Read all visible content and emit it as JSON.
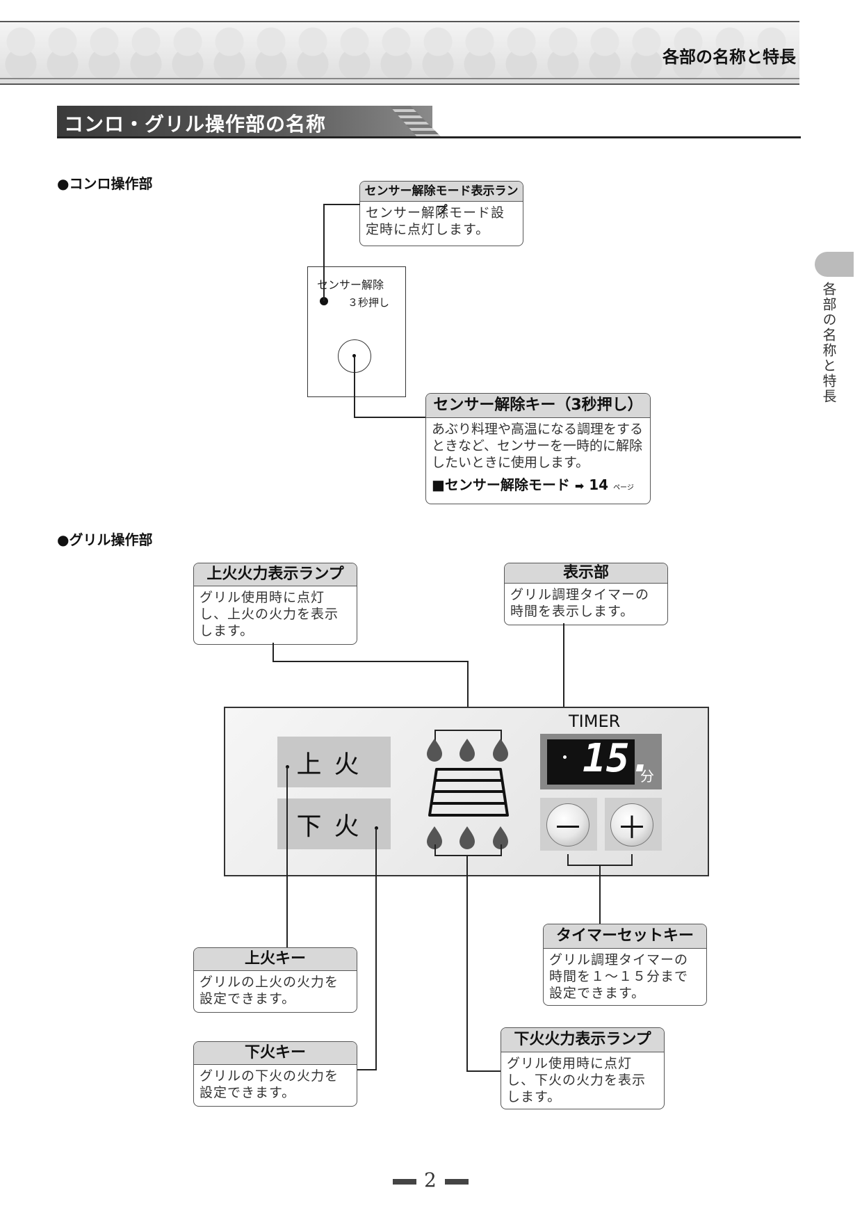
{
  "header": {
    "title": "各部の名称と特長"
  },
  "section": {
    "title": "コンロ・グリル操作部の名称"
  },
  "side_tab": {
    "label": "各部の名称と特長"
  },
  "konro": {
    "heading": "●コンロ操作部",
    "panel_label_1": "センサー解除",
    "panel_label_2": "３秒押し",
    "lamp_callout": {
      "title": "センサー解除モード表示ランプ",
      "body": "センサー解除モード設定時に点灯します。"
    },
    "key_callout": {
      "title": "センサー解除キー（3秒押し）",
      "body": "あぶり料理や高温になる調理をするときなど、センサーを一時的に解除したいときに使用します。",
      "ref_text": "■センサー解除モード",
      "ref_arrow": "➡",
      "ref_page": "14",
      "ref_unit": "ページ"
    }
  },
  "grill": {
    "heading": "●グリル操作部",
    "upper_lamp_callout": {
      "title": "上火火力表示ランプ",
      "body": "グリル使用時に点灯し、上火の火力を表示します。"
    },
    "display_callout": {
      "title": "表示部",
      "body": "グリル調理タイマーの時間を表示します。"
    },
    "upper_key_callout": {
      "title": "上火キー",
      "body": "グリルの上火の火力を設定できます。"
    },
    "lower_key_callout": {
      "title": "下火キー",
      "body": "グリルの下火の火力を設定できます。"
    },
    "timer_key_callout": {
      "title": "タイマーセットキー",
      "body": "グリル調理タイマーの時間を１～１５分まで設定できます。"
    },
    "lower_lamp_callout": {
      "title": "下火火力表示ランプ",
      "body": "グリル使用時に点灯し、下火の火力を表示します。"
    },
    "panel": {
      "upper_key": "上火",
      "lower_key": "下火",
      "timer_label": "TIMER",
      "display_value": "15.",
      "display_unit": "分",
      "minus": "－",
      "plus": "＋"
    }
  },
  "footer": {
    "page_number": "2"
  }
}
